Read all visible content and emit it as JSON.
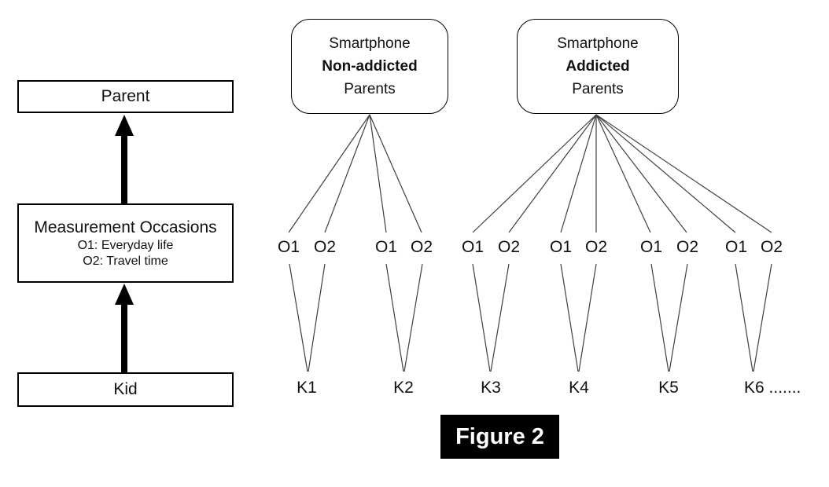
{
  "figure_caption": "Figure 2",
  "left_flow": {
    "parent_label": "Parent",
    "measurement_title": "Measurement Occasions",
    "measurement_o1": "O1: Everyday life",
    "measurement_o2": "O2: Travel time",
    "kid_label": "Kid"
  },
  "parent_groups": [
    {
      "line1": "Smartphone",
      "line2": "Non-addicted",
      "line3": "Parents"
    },
    {
      "line1": "Smartphone",
      "line2": "Addicted",
      "line3": "Parents"
    }
  ],
  "occasion_labels": [
    "O1",
    "O2",
    "O1",
    "O2",
    "O1",
    "O2",
    "O1",
    "O2",
    "O1",
    "O2",
    "O1",
    "O2"
  ],
  "kid_labels": [
    "K1",
    "K2",
    "K3",
    "K4",
    "K5",
    "K6 ......."
  ],
  "colors": {
    "connector_line": "#3f3f3f",
    "box_border": "#000000",
    "arrow_fill": "#000000",
    "caption_background": "#000000",
    "caption_text": "#ffffff",
    "background": "#ffffff"
  }
}
